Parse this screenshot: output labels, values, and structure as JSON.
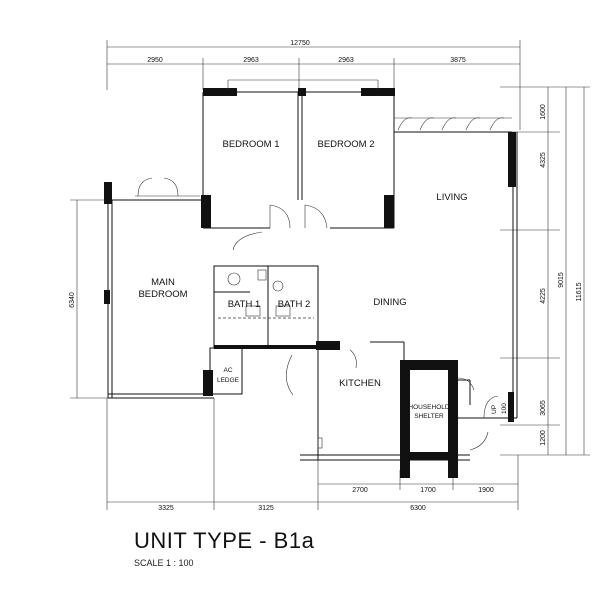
{
  "title": "UNIT TYPE - B1a",
  "scale": "SCALE  1 : 100",
  "rooms": {
    "bedroom1": "BEDROOM 1",
    "bedroom2": "BEDROOM 2",
    "living": "LIVING",
    "main_bedroom_1": "MAIN",
    "main_bedroom_2": "BEDROOM",
    "bath1": "BATH 1",
    "bath2": "BATH 2",
    "dining": "DINING",
    "kitchen": "KITCHEN",
    "ac_ledge_1": "AC",
    "ac_ledge_2": "LEDGE",
    "household_shelter_1": "HOUSEHOLD",
    "household_shelter_2": "SHELTER",
    "up": "UP",
    "up_value": "100"
  },
  "dimensions": {
    "top_total": "12750",
    "top_1": "2950",
    "top_2": "2963",
    "top_3": "2963",
    "top_4": "3875",
    "right_1": "1600",
    "right_2": "4325",
    "right_3": "4225",
    "right_4": "3065",
    "right_5": "1200",
    "right_mid": "9015",
    "right_total": "11615",
    "left_1": "6340",
    "bottom_1": "3325",
    "bottom_2": "3125",
    "bottom_3": "6300",
    "bottom_k1": "2700",
    "bottom_k2": "1700",
    "bottom_k3": "1900"
  }
}
